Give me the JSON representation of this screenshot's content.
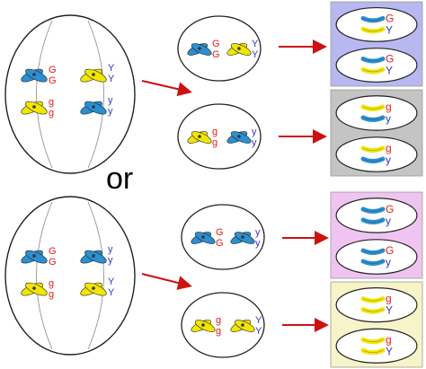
{
  "separator": "or",
  "colors": {
    "blue_chromosome": "#2b8fd0",
    "yellow_chromosome": "#f2e600",
    "red_allele": "#e0201a",
    "blue_allele": "#3338c8",
    "arrow": "#cc1111",
    "bg_blue": "#b8b8f0",
    "bg_gray": "#c4c4c4",
    "bg_pink": "#f0c4f0",
    "bg_yellow": "#f6f4c8"
  },
  "alleles": {
    "G": "G",
    "g": "g",
    "Y": "Y",
    "y": "y"
  },
  "scenarios": [
    {
      "parent": {
        "left": [
          "G",
          "G",
          "g",
          "g"
        ],
        "right": [
          "Y",
          "Y",
          "y",
          "y"
        ],
        "right_order": "YYyy"
      },
      "daughters": [
        {
          "pair1": [
            "G",
            "G"
          ],
          "pair1_color": "blue",
          "pair2": [
            "Y",
            "Y"
          ],
          "pair2_color": "yellow",
          "gametes_bg": "bg_blue",
          "gametes": [
            {
              "a": "G",
              "b": "Y"
            },
            {
              "a": "G",
              "b": "Y"
            }
          ]
        },
        {
          "pair1": [
            "g",
            "g"
          ],
          "pair1_color": "yellow",
          "pair2": [
            "y",
            "y"
          ],
          "pair2_color": "blue",
          "gametes_bg": "bg_gray",
          "gametes": [
            {
              "a": "g",
              "b": "y"
            },
            {
              "a": "g",
              "b": "y"
            }
          ]
        }
      ]
    },
    {
      "parent": {
        "left": [
          "G",
          "G",
          "g",
          "g"
        ],
        "right": [
          "y",
          "y",
          "Y",
          "Y"
        ],
        "right_order": "yyYY"
      },
      "daughters": [
        {
          "pair1": [
            "G",
            "G"
          ],
          "pair1_color": "blue",
          "pair2": [
            "y",
            "y"
          ],
          "pair2_color": "blue",
          "gametes_bg": "bg_pink",
          "gametes": [
            {
              "a": "G",
              "b": "y"
            },
            {
              "a": "G",
              "b": "y"
            }
          ]
        },
        {
          "pair1": [
            "g",
            "g"
          ],
          "pair1_color": "yellow",
          "pair2": [
            "Y",
            "Y"
          ],
          "pair2_color": "yellow",
          "gametes_bg": "bg_yellow",
          "gametes": [
            {
              "a": "g",
              "b": "Y"
            },
            {
              "a": "g",
              "b": "Y"
            }
          ]
        }
      ]
    }
  ]
}
